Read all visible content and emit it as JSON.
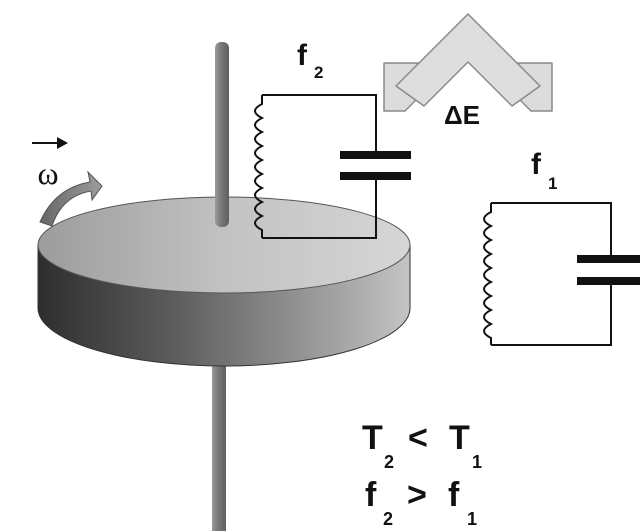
{
  "labels": {
    "omega": "ω",
    "f2_main": "f",
    "f2_sub": "2",
    "f1_main": "f",
    "f1_sub": "1",
    "delta_e": "ΔE",
    "rel1_a": "T",
    "rel1_a_sub": "2",
    "rel1_op": "<",
    "rel1_b": "T",
    "rel1_b_sub": "1",
    "rel2_a": "f",
    "rel2_a_sub": "2",
    "rel2_op": ">",
    "rel2_b": "f",
    "rel2_b_sub": "1"
  },
  "colors": {
    "ink": "#111111",
    "arrow_fill": "#dcdcdc",
    "arrow_stroke": "#8a8a8a",
    "disk_dark": "#3a3a3a",
    "disk_light": "#c8c8c8",
    "shaft": "#7a7a7a"
  },
  "icons": {
    "rotation": "curved-rotation-arrow",
    "energy_transfer": "double-headed-chevron-arrow"
  }
}
